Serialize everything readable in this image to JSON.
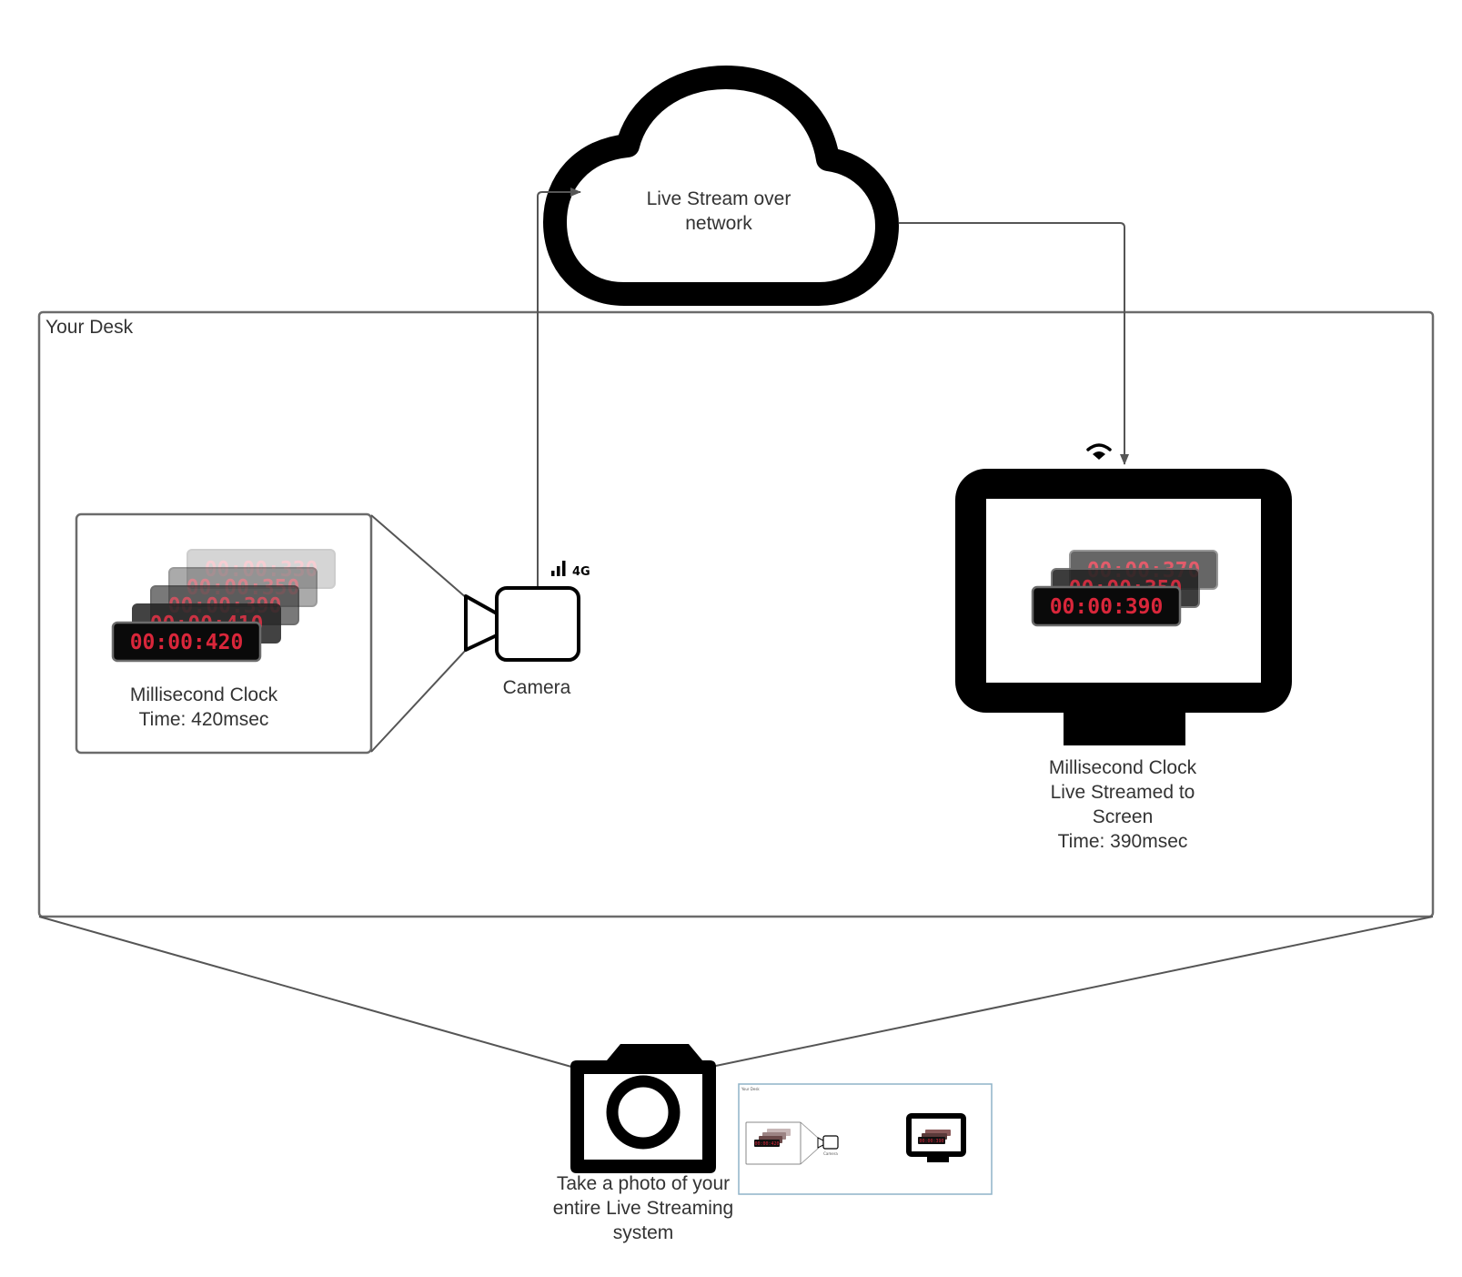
{
  "desk": {
    "title": "Your Desk"
  },
  "cloud": {
    "label_line1": "Live Stream over",
    "label_line2": "network"
  },
  "camera": {
    "label": "Camera",
    "network_badge": "4G"
  },
  "clock": {
    "stack": [
      "00:00:330",
      "00:00:350",
      "00:00:390",
      "00:00:410",
      "00:00:420"
    ],
    "label_line1": "Millisecond Clock",
    "label_line2": "Time: 420msec"
  },
  "screen": {
    "stack": [
      "00:00:370",
      "00:00:350",
      "00:00:390"
    ],
    "label_line1": "Millisecond Clock",
    "label_line2": "Live Streamed to",
    "label_line3": "Screen",
    "label_line4": "Time: 390msec"
  },
  "photo": {
    "label_line1": "Take a photo of your",
    "label_line2": "entire Live Streaming",
    "label_line3": "system"
  },
  "colors": {
    "digit_red": "#d9263a",
    "stroke": "#555555",
    "black": "#000000"
  }
}
